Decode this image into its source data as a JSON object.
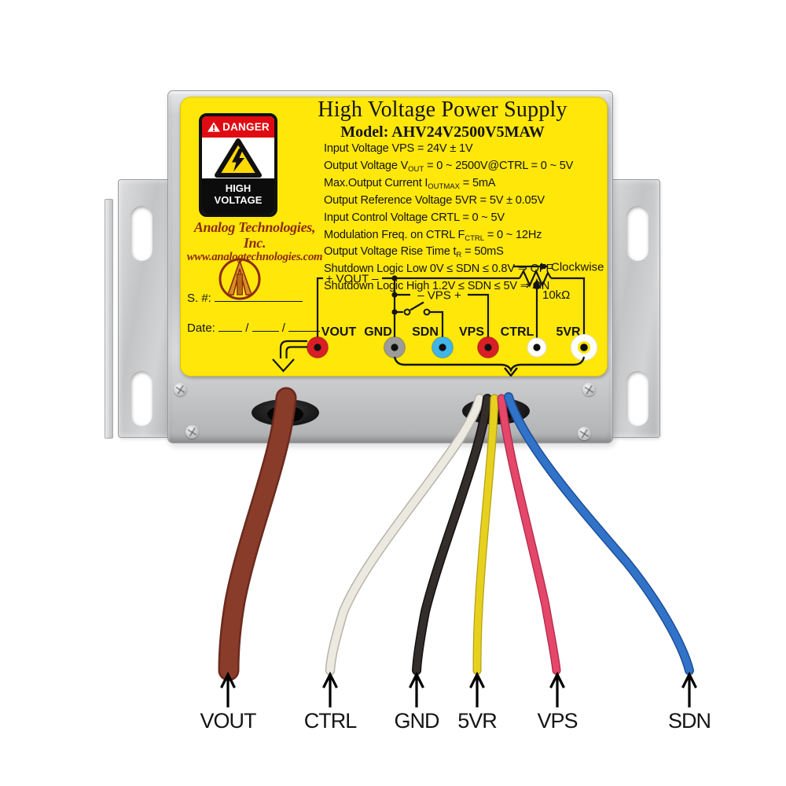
{
  "device": {
    "title": "High Voltage Power Supply",
    "model": "Model: AHV24V2500V5MAW",
    "danger_sign": {
      "header": "DANGER",
      "footer_line1": "HIGH",
      "footer_line2": "VOLTAGE"
    },
    "brand": {
      "name": "Analog Technologies, Inc.",
      "website": "www.analogtechnologies.com"
    },
    "serial_label": "S. #:",
    "date_label": "Date:",
    "date_separator": "/",
    "specs": [
      {
        "pre": "Input Voltage VPS = 24V ± 1V"
      },
      {
        "pre": "Output Voltage V",
        "sub": "OUT",
        "post": " = 0 ~ 2500V@CTRL = 0 ~ 5V"
      },
      {
        "pre": "Max.Output Current I",
        "sub": "OUTMAX",
        "post": " = 5mA"
      },
      {
        "pre": "Output Reference Voltage 5VR = 5V ± 0.05V"
      },
      {
        "pre": "Input Control Voltage CRTL = 0 ~ 5V"
      },
      {
        "pre": "Modulation Freq. on CTRL F",
        "sub": "CTRL",
        "post": " = 0 ~ 12Hz"
      },
      {
        "pre": "Output Voltage Rise Time t",
        "sub": "R",
        "post": " = 50mS"
      },
      {
        "pre": "Shutdown Logic Low 0V ≤ SDN ≤ 0.8V ⇒ OFF"
      },
      {
        "pre": "Shutdown Logic High 1.2V ≤ SDN ≤ 5V ⇒ ON"
      }
    ],
    "diagram": {
      "vout_pair_label": "+ VOUT –",
      "vps_pair_label": "– VPS +",
      "clockwise_label": "Clockwise",
      "potentiometer_value": "10kΩ",
      "terminals": [
        {
          "label": "VOUT",
          "color": "#d81f26"
        },
        {
          "label": "GND",
          "color": "#9b9b9b"
        },
        {
          "label": "SDN",
          "color": "#41b4e9"
        },
        {
          "label": "VPS",
          "color": "#d81f26"
        },
        {
          "label": "CTRL",
          "color": "#ffffff"
        },
        {
          "label": "5VR",
          "color": "#ffffff"
        }
      ]
    }
  },
  "wires": [
    {
      "label": "VOUT",
      "color": "#8a3c2b"
    },
    {
      "label": "CTRL",
      "color": "#ece9e1"
    },
    {
      "label": "GND",
      "color": "#332d2b"
    },
    {
      "label": "5VR",
      "color": "#e7d11f"
    },
    {
      "label": "VPS",
      "color": "#e4476a"
    },
    {
      "label": "SDN",
      "color": "#3173c9"
    }
  ],
  "colors": {
    "label_background": "#ffe70a",
    "danger_red": "#e00b12",
    "brand_text": "#8d2b10",
    "chassis_metal": "#c6c7c9"
  }
}
